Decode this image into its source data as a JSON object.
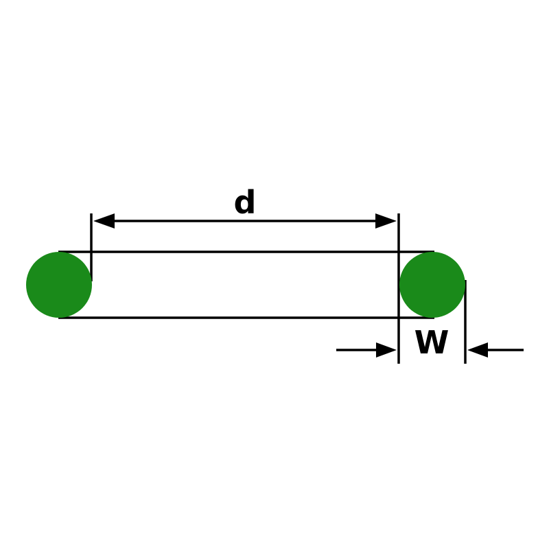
{
  "diagram": {
    "type": "o-ring-dimension-diagram",
    "description": "Cross-section schematic of an O-ring with inner diameter and cross-section width dimensions",
    "labels": {
      "inner_diameter": "d",
      "cross_section_width": "W"
    },
    "colors": {
      "ring": "#1a8a1a",
      "line": "#000000",
      "background": "#ffffff"
    }
  }
}
